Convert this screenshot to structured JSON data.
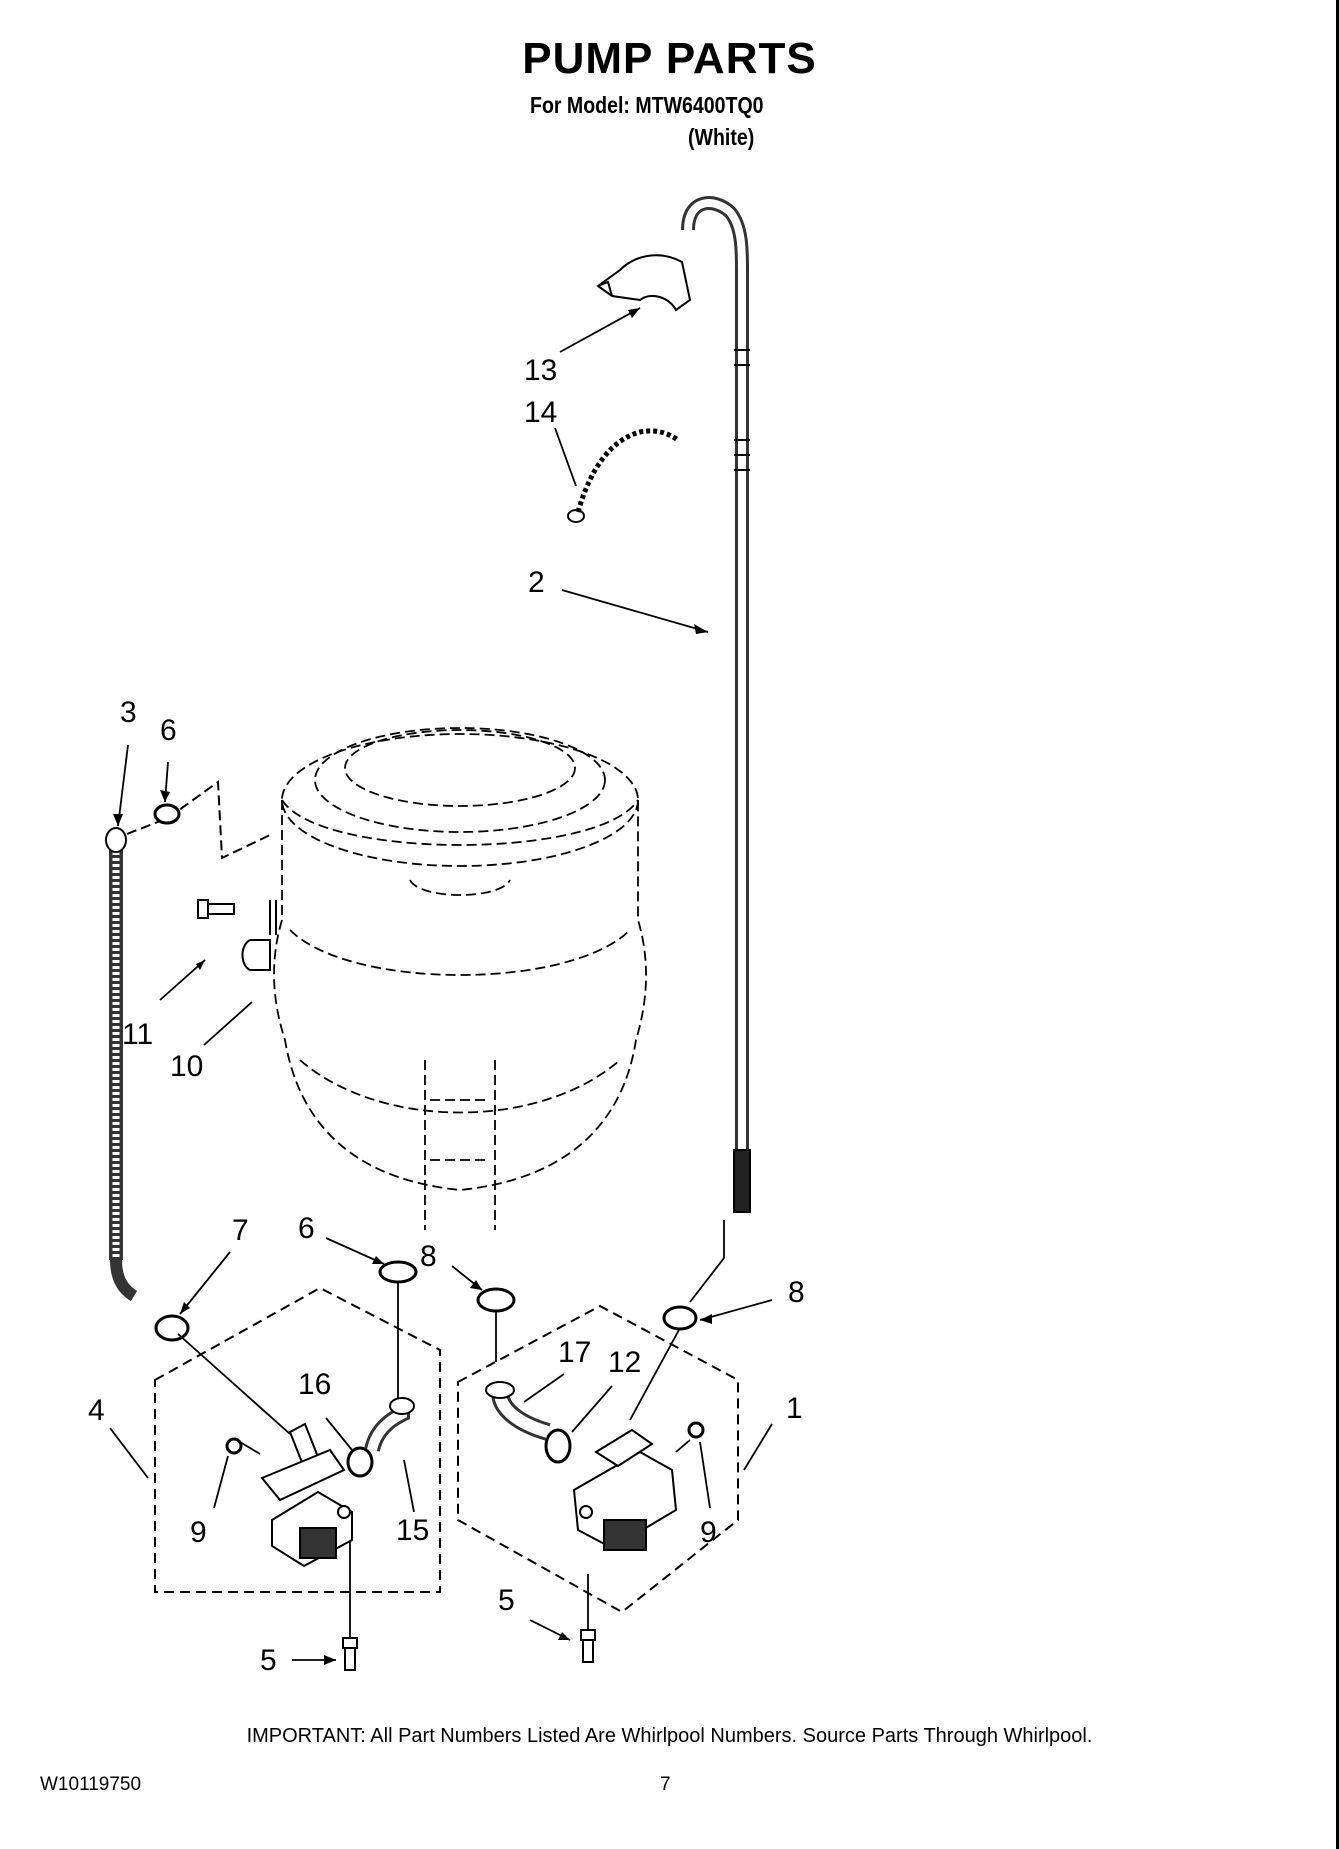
{
  "header": {
    "title": "PUMP PARTS",
    "model_line": "For Model: MTW6400TQ0",
    "color_line": "(White)"
  },
  "callouts": [
    "13",
    "14",
    "2",
    "3",
    "6",
    "11",
    "10",
    "7",
    "6",
    "8",
    "8",
    "17",
    "12",
    "16",
    "1",
    "4",
    "9",
    "15",
    "9",
    "5",
    "5"
  ],
  "footer": {
    "important": "IMPORTANT: All Part Numbers Listed Are Whirlpool Numbers. Source Parts Through Whirlpool.",
    "doc_number": "W10119750",
    "page_number": "7"
  }
}
